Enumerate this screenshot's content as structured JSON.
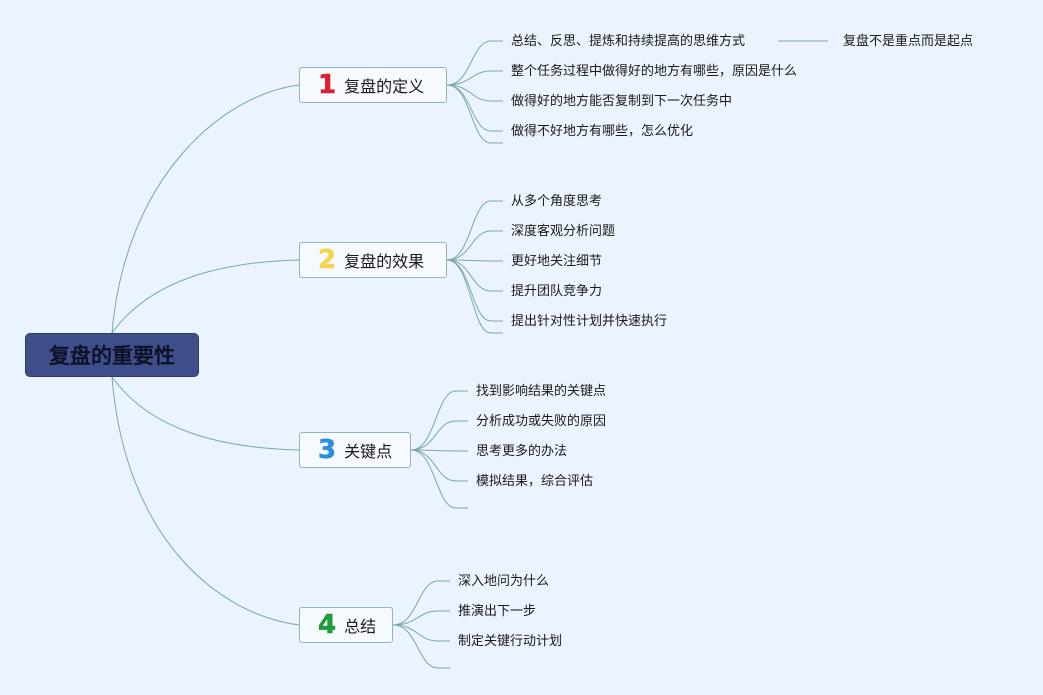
{
  "root": {
    "label": "复盘的重要性"
  },
  "colors": {
    "background": "#eaf3fe",
    "line": "#7aa8ab",
    "root_fill": "#3d4e8b"
  },
  "branches": [
    {
      "number": "1",
      "number_color": "#e01e30",
      "label": "复盘的定义",
      "leaves": [
        "总结、反思、提炼和持续提高的思维方式",
        "整个任务过程中做得好的地方有哪些，原因是什么",
        "做得好的地方能否复制到下一次任务中",
        "做得不好地方有哪些，怎么优化"
      ],
      "sub_leaf": "复盘不是重点而是起点"
    },
    {
      "number": "2",
      "number_color": "#f3d64a",
      "label": "复盘的效果",
      "leaves": [
        "从多个角度思考",
        "深度客观分析问题",
        "更好地关注细节",
        "提升团队竞争力",
        "提出针对性计划并快速执行"
      ]
    },
    {
      "number": "3",
      "number_color": "#2a8fdc",
      "label": "关键点",
      "leaves": [
        "找到影响结果的关键点",
        "分析成功或失败的原因",
        "思考更多的办法",
        "模拟结果，综合评估"
      ]
    },
    {
      "number": "4",
      "number_color": "#1f9c3c",
      "label": "总结",
      "leaves": [
        "深入地问为什么",
        "推演出下一步",
        "制定关键行动计划"
      ]
    }
  ]
}
